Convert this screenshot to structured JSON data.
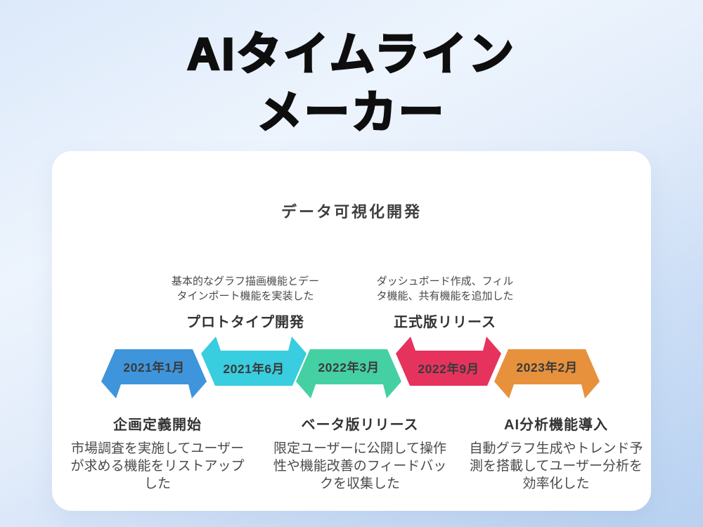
{
  "page_title": {
    "line1": "AIタイムライン",
    "line2": "メーカー"
  },
  "card": {
    "title": "データ可視化開発"
  },
  "timeline": {
    "items": [
      {
        "date": "2021年1月",
        "title": "企画定義開始",
        "description": "市場調査を実施してユーザー\nが求める機能をリストアップ\nした",
        "color": "#3E95DB",
        "label_position": "below"
      },
      {
        "date": "2021年6月",
        "title": "プロトタイプ開発",
        "description": "基本的なグラフ描画機能とデー\nタインポート機能を実装した",
        "color": "#38CDDF",
        "label_position": "above"
      },
      {
        "date": "2022年3月",
        "title": "ベータ版リリース",
        "description": "限定ユーザーに公開して操作\n性や機能改善のフィードバッ\nクを収集した",
        "color": "#45D0A4",
        "label_position": "below"
      },
      {
        "date": "2022年9月",
        "title": "正式版リリース",
        "description": "ダッシュボード作成、フィル\nタ機能、共有機能を追加した",
        "color": "#E6335E",
        "label_position": "above"
      },
      {
        "date": "2023年2月",
        "title": "AI分析機能導入",
        "description": "自動グラフ生成やトレンド予\n測を搭載してユーザー分析を\n効率化した",
        "color": "#E7913C",
        "label_position": "below"
      }
    ]
  }
}
